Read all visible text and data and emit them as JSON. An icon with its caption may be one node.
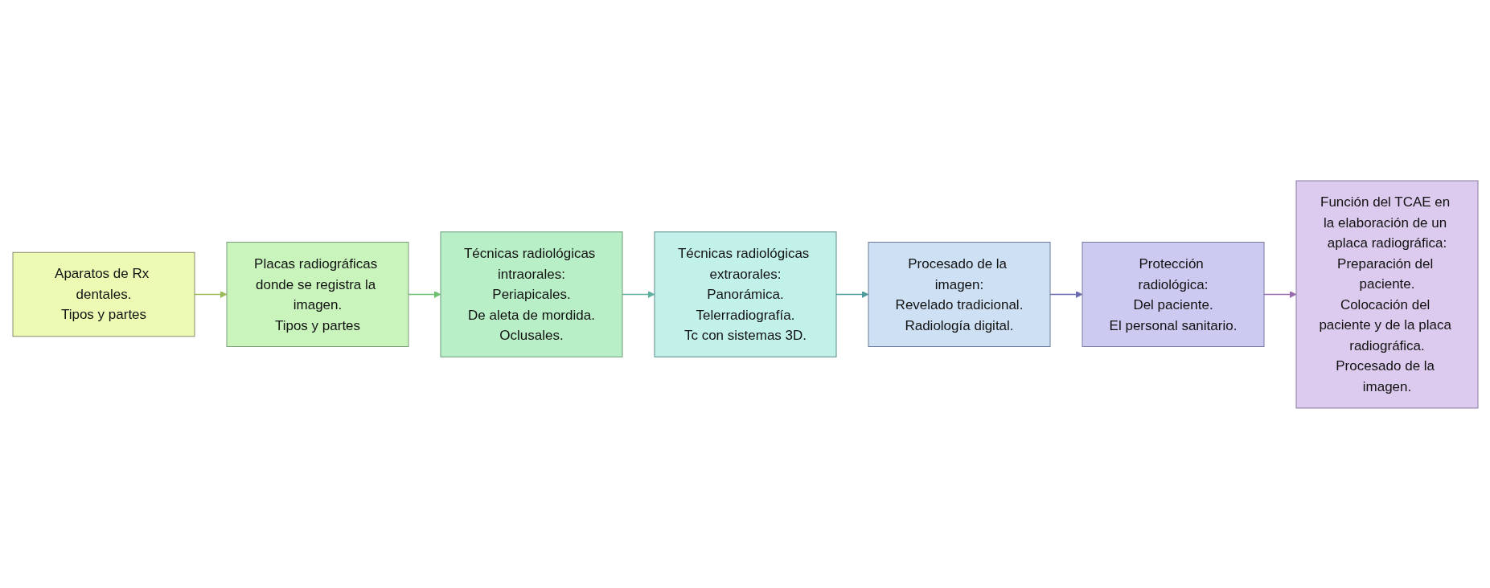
{
  "diagram": {
    "nodes": [
      {
        "text": [
          "Aparatos de Rx dentales.",
          "Tipos y partes"
        ]
      },
      {
        "text": [
          "Placas radiográficas donde se registra la imagen.",
          "Tipos y partes"
        ]
      },
      {
        "text": [
          "Técnicas radiológicas intraorales:",
          "Periapicales.",
          "De aleta de mordida.",
          "Oclusales."
        ]
      },
      {
        "text": [
          "Técnicas radiológicas extraorales:",
          "Panorámica.",
          "Telerradiografía.",
          "Tc con sistemas 3D."
        ]
      },
      {
        "text": [
          "Procesado de la imagen:",
          "Revelado tradicional.",
          "Radiología digital."
        ]
      },
      {
        "text": [
          "Protección radiológica:",
          "Del paciente.",
          "El personal sanitario."
        ]
      },
      {
        "text": [
          "Función del TCAE en la elaboración de un aplaca radiográfica:",
          "Preparación del paciente.",
          "Colocación del paciente y de la placa radiográfica.",
          "Procesado de la imagen."
        ]
      }
    ],
    "edges": [
      {
        "from": 0,
        "to": 1,
        "arrow": "to",
        "color": "#9bbb59"
      },
      {
        "from": 1,
        "to": 2,
        "arrow": "to",
        "color": "#6cbf6c"
      },
      {
        "from": 2,
        "to": 3,
        "arrow": "to",
        "color": "#5fb0a0"
      },
      {
        "from": 3,
        "to": 4,
        "arrow": "to",
        "color": "#4f9a9a"
      },
      {
        "from": 4,
        "to": 5,
        "arrow": "to",
        "color": "#6a6ab0"
      },
      {
        "from": 5,
        "to": 6,
        "arrow": "to",
        "color": "#9a6ab0"
      }
    ]
  }
}
